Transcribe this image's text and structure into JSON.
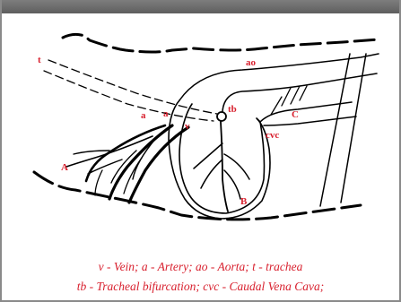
{
  "labels": {
    "t": "t",
    "ao": "ao",
    "a1": "a",
    "a2": "a",
    "tb": "tb",
    "v": "v",
    "C": "C",
    "cvc": "cvc",
    "A": "A",
    "B": "B"
  },
  "caption": {
    "line1": "v - Vein; a - Artery; ao - Aorta; t - trachea",
    "line2": "tb - Tracheal bifurcation; cvc - Caudal Vena Cava;"
  },
  "colors": {
    "label": "#d8202e",
    "line": "#000000"
  }
}
